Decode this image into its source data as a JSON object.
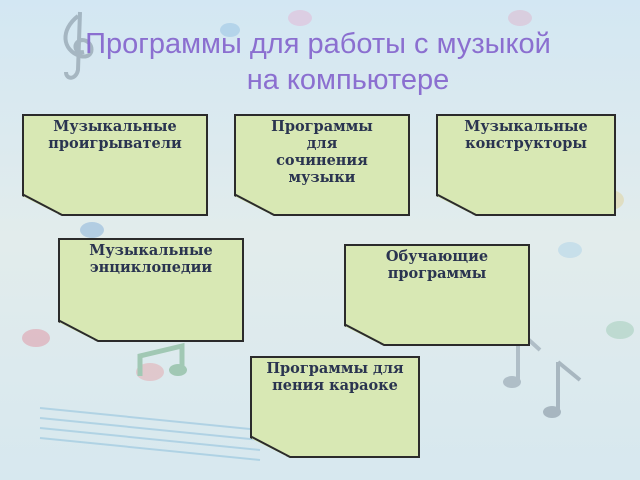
{
  "title": {
    "line1": "Программы для работы с музыкой",
    "line2": "на компьютере"
  },
  "cards": [
    {
      "lines": [
        "Музыкальные",
        "проигрыватели"
      ]
    },
    {
      "lines": [
        "Программы",
        "для",
        "сочинения",
        "музыки"
      ]
    },
    {
      "lines": [
        "Музыкальные",
        "конструкторы"
      ]
    },
    {
      "lines": [
        "Музыкальные",
        "энциклопедии"
      ]
    },
    {
      "lines": [
        "Обучающие",
        "программы"
      ]
    },
    {
      "lines": [
        "Программы для",
        "пения караоке"
      ]
    }
  ],
  "colors": {
    "card_fill": "#d8e8b4",
    "title": "#8b6fd0",
    "card_text": "#2a3450"
  }
}
